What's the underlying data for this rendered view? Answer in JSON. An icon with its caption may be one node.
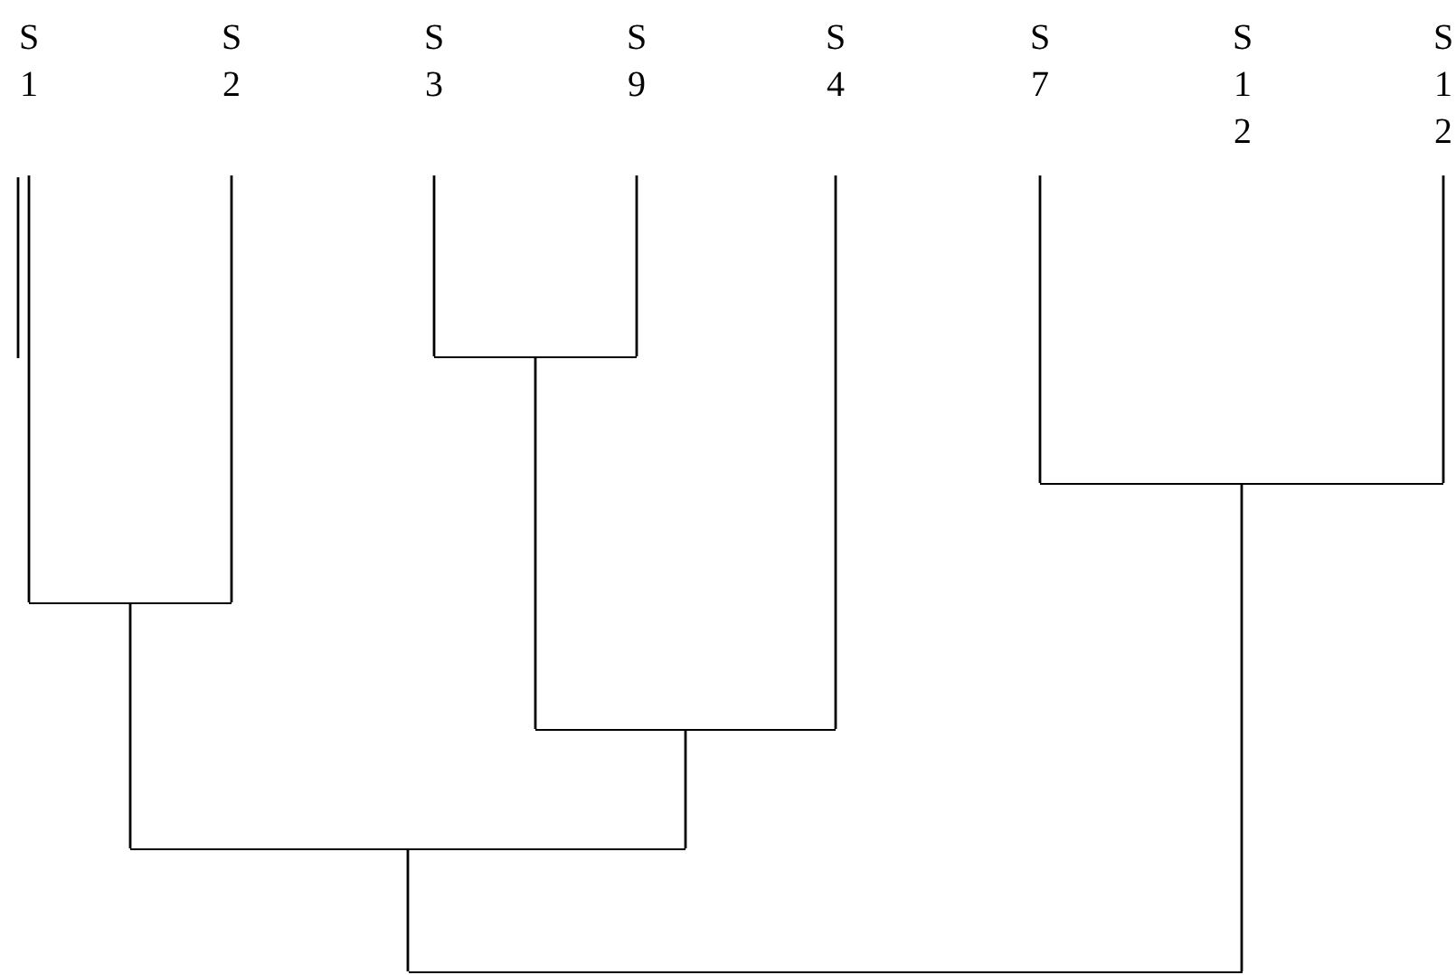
{
  "diagram": {
    "nodes": [
      {
        "text": [
          "S1"
        ]
      },
      {
        "text": [
          "S2"
        ]
      },
      {
        "text": [
          "S3"
        ]
      },
      {
        "text": [
          "S9"
        ]
      },
      {
        "text": [
          "S4"
        ]
      },
      {
        "text": [
          "S7"
        ]
      },
      {
        "text": [
          "S12"
        ]
      },
      {
        "text": [
          "S12"
        ]
      },
      {
        "text": [],
        "shape": "bar"
      },
      {
        "text": [],
        "shape": "bar"
      },
      {
        "text": [],
        "shape": "bar"
      },
      {
        "text": [],
        "shape": "bar"
      },
      {
        "text": [],
        "shape": "bar"
      },
      {
        "text": [],
        "shape": "bar"
      }
    ],
    "edges": [
      {
        "from": 8,
        "to": 0,
        "arrow": "none"
      },
      {
        "from": 8,
        "to": 1,
        "arrow": "none"
      },
      {
        "from": 9,
        "to": 2,
        "arrow": "none"
      },
      {
        "from": 9,
        "to": 3,
        "arrow": "none"
      },
      {
        "from": 10,
        "to": 9,
        "arrow": "none"
      },
      {
        "from": 10,
        "to": 4,
        "arrow": "none"
      },
      {
        "from": 11,
        "to": 8,
        "arrow": "none"
      },
      {
        "from": 11,
        "to": 10,
        "arrow": "none"
      },
      {
        "from": 12,
        "to": 5,
        "arrow": "none"
      },
      {
        "from": 12,
        "to": 7,
        "arrow": "none"
      },
      {
        "from": 13,
        "to": 11,
        "arrow": "none"
      },
      {
        "from": 13,
        "to": 12,
        "arrow": "none"
      }
    ]
  }
}
